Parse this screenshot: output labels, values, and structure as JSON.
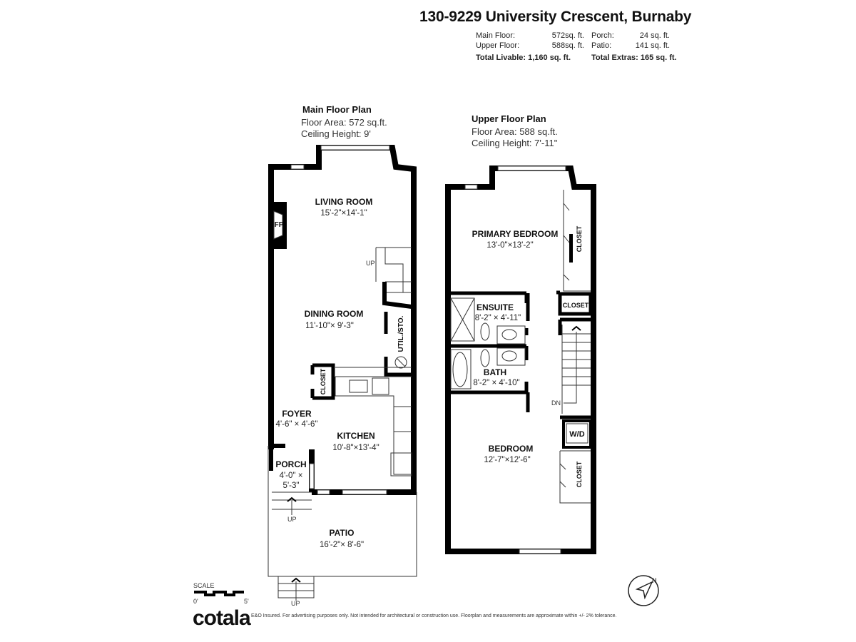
{
  "header": {
    "address": "130-9229 University Crescent, Burnaby",
    "areas": [
      {
        "label": "Main Floor:",
        "value": "572sq. ft.",
        "label2": "Porch:",
        "value2": "24 sq. ft."
      },
      {
        "label": "Upper Floor:",
        "value": "588sq. ft.",
        "label2": "Patio:",
        "value2": "141 sq. ft."
      }
    ],
    "total_livable": "Total Livable: 1,160 sq. ft.",
    "total_extras": "Total Extras: 165 sq. ft."
  },
  "main_floor": {
    "title": "Main Floor Plan",
    "area": "Floor Area: 572 sq.ft.",
    "ceiling": "Ceiling Height: 9'",
    "rooms": [
      {
        "name": "LIVING ROOM",
        "dims": "15'-2\"×14'-1\""
      },
      {
        "name": "DINING ROOM",
        "dims": "11'-10\"× 9'-3\""
      },
      {
        "name": "FOYER",
        "dims": "4'-6\" × 4'-6\""
      },
      {
        "name": "KITCHEN",
        "dims": "10'-8\"×13'-4\""
      },
      {
        "name": "PORCH",
        "dims": "4'-0\" ×",
        "dims2": "5'-3\""
      },
      {
        "name": "PATIO",
        "dims": "16'-2\"× 8'-6\""
      }
    ],
    "labels": {
      "fp": "FP",
      "closet": "CLOSET",
      "util": "UTIL./STO.",
      "up": "UP"
    }
  },
  "upper_floor": {
    "title": "Upper Floor Plan",
    "area": "Floor Area: 588 sq.ft.",
    "ceiling": "Ceiling Height: 7'-11\"",
    "rooms": [
      {
        "name": "PRIMARY BEDROOM",
        "dims": "13'-0\"×13'-2\""
      },
      {
        "name": "ENSUITE",
        "dims": "8'-2\" × 4'-11\""
      },
      {
        "name": "BATH",
        "dims": "8'-2\" × 4'-10\""
      },
      {
        "name": "BEDROOM",
        "dims": "12'-7\"×12'-6\""
      }
    ],
    "labels": {
      "closet": "CLOSET",
      "wd": "W/D",
      "dn": "DN"
    }
  },
  "scale": {
    "label": "SCALE",
    "min": "0'",
    "max": "5'"
  },
  "compass": {
    "icon": "north-arrow-icon",
    "letter": "N"
  },
  "footer": {
    "logo": "cotala",
    "disclaimer": "E&O Insured. For advertising purposes only. Not intended for architectural or construction use. Floorplan and measurements are approximate within +/- 2% tolerance."
  }
}
